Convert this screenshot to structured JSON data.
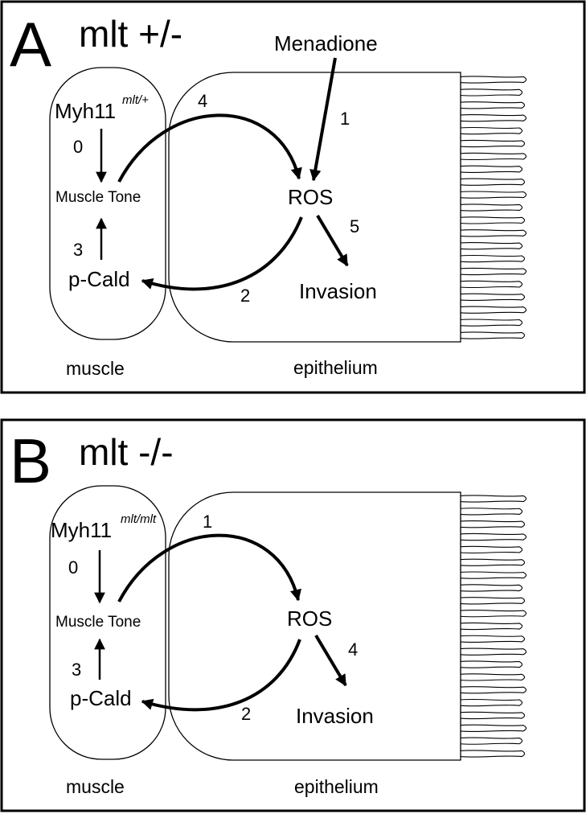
{
  "colors": {
    "stroke": "#000000",
    "background": "#ffffff"
  },
  "panels": [
    {
      "letter": "A",
      "genotype": "mlt +/-",
      "myh11": "Myh11",
      "myh11_superscript": "mlt/+",
      "muscle_tone": "Muscle Tone",
      "p_cald": "p-Cald",
      "ros": "ROS",
      "invasion": "Invasion",
      "menadione": "Menadione",
      "muscle_label": "muscle",
      "epithelium_label": "epithelium",
      "steps": {
        "menadione_to_ros": "1",
        "ros_to_pcald": "2",
        "pcald_to_tone": "3",
        "tone_to_ros": "4",
        "ros_to_invasion": "5",
        "myh11_to_tone": "0"
      }
    },
    {
      "letter": "B",
      "genotype": "mlt -/-",
      "myh11": "Myh11",
      "myh11_superscript": "mlt/mlt",
      "muscle_tone": "Muscle Tone",
      "p_cald": "p-Cald",
      "ros": "ROS",
      "invasion": "Invasion",
      "muscle_label": "muscle",
      "epithelium_label": "epithelium",
      "steps": {
        "tone_to_ros": "1",
        "ros_to_pcald": "2",
        "pcald_to_tone": "3",
        "ros_to_invasion": "4",
        "myh11_to_tone": "0"
      }
    }
  ]
}
